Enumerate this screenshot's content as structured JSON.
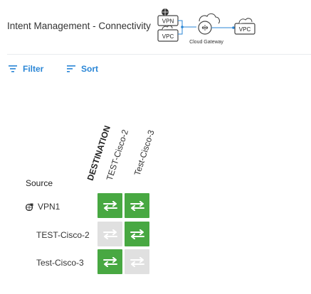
{
  "header": {
    "title": "Intent Management - Connectivity",
    "diagram": {
      "vpn_label": "VPN",
      "vpc_label_left": "VPC",
      "gateway_label": "Cloud Gateway",
      "vpc_label_right": "VPC"
    }
  },
  "toolbar": {
    "filter_label": "Filter",
    "sort_label": "Sort"
  },
  "matrix": {
    "destination_label": "DESTINATION",
    "source_label": "Source",
    "columns": [
      "TEST-Cisco-2",
      "Test-Cisco-3"
    ],
    "rows": [
      {
        "label": "VPN1",
        "icon": "globe-lock-icon",
        "cells": [
          true,
          true
        ]
      },
      {
        "label": "TEST-Cisco-2",
        "icon": "",
        "cells": [
          false,
          true
        ]
      },
      {
        "label": "Test-Cisco-3",
        "icon": "",
        "cells": [
          true,
          false
        ]
      }
    ],
    "colors": {
      "connected": "#48a842",
      "disconnected": "#e0e0e0",
      "accent": "#2a86d6"
    }
  }
}
